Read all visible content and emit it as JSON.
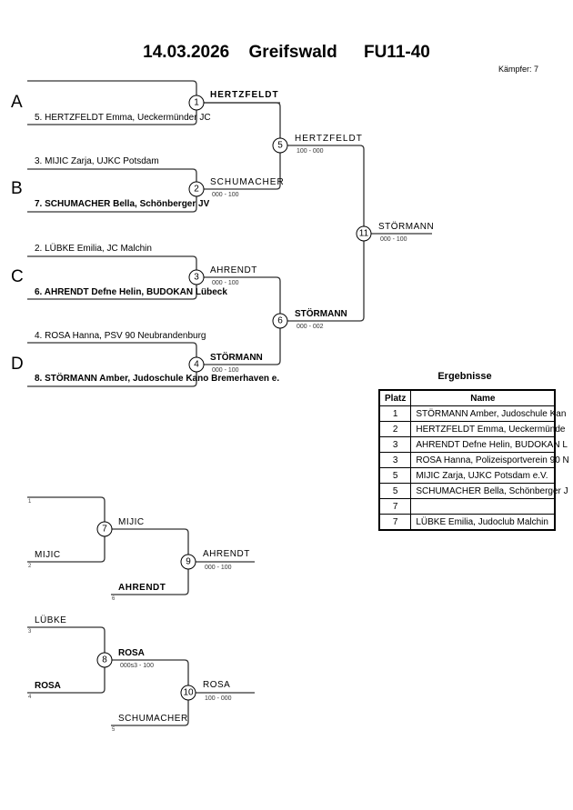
{
  "header": {
    "date": "14.03.2026",
    "place": "Greifswald",
    "category": "FU11-40",
    "fighters": "Kämpfer: 7"
  },
  "pools": [
    "A",
    "B",
    "C",
    "D"
  ],
  "main": {
    "entries": [
      "5. HERTZFELDT Emma, Ueckermünder JC",
      "3. MIJIC Zarja, UJKC Potsdam",
      "7. SCHUMACHER Bella, Schönberger JV",
      "2. LÜBKE Emilia, JC Malchin",
      "6. AHRENDT Defne Helin, BUDOKAN Lübeck",
      "4. ROSA Hanna, PSV 90 Neubrandenburg",
      "8. STÖRMANN Amber, Judoschule Kano Bremerhaven e."
    ],
    "matches": [
      {
        "no": "1",
        "winner": "HERTZFELDT",
        "score": ""
      },
      {
        "no": "2",
        "winner": "SCHUMACHER",
        "score": "000 - 100"
      },
      {
        "no": "3",
        "winner": "AHRENDT",
        "score": "000 - 100"
      },
      {
        "no": "4",
        "winner": "STÖRMANN",
        "score": "000 - 100"
      },
      {
        "no": "5",
        "winner": "HERTZFELDT",
        "score": "100 - 000"
      },
      {
        "no": "6",
        "winner": "STÖRMANN",
        "score": "000 - 002"
      },
      {
        "no": "11",
        "winner": "STÖRMANN",
        "score": "000 - 100"
      }
    ]
  },
  "repechage": {
    "slots": [
      "1",
      "MIJIC",
      "2",
      "AHRENDT",
      "6",
      "LÜBKE",
      "3",
      "ROSA",
      "4",
      "SCHUMACHER",
      "5"
    ],
    "matches": [
      {
        "no": "7",
        "winner": "MIJIC",
        "score": ""
      },
      {
        "no": "9",
        "winner": "AHRENDT",
        "score": "000 - 100"
      },
      {
        "no": "8",
        "winner": "ROSA",
        "score": "000s3 - 100"
      },
      {
        "no": "10",
        "winner": "ROSA",
        "score": "100 - 000"
      }
    ]
  },
  "results": {
    "title": "Ergebnisse",
    "headers": [
      "Platz",
      "Name"
    ],
    "rows": [
      {
        "place": "1",
        "name": "STÖRMANN Amber, Judoschule Kan"
      },
      {
        "place": "2",
        "name": "HERTZFELDT Emma, Ueckermünde"
      },
      {
        "place": "3",
        "name": "AHRENDT Defne Helin, BUDOKAN L"
      },
      {
        "place": "3",
        "name": "ROSA Hanna, Polizeisportverein 90 N"
      },
      {
        "place": "5",
        "name": "MIJIC Zarja, UJKC Potsdam e.V."
      },
      {
        "place": "5",
        "name": "SCHUMACHER Bella, Schönberger J"
      },
      {
        "place": "7",
        "name": ""
      },
      {
        "place": "7",
        "name": "LÜBKE Emilia, Judoclub Malchin"
      }
    ]
  }
}
